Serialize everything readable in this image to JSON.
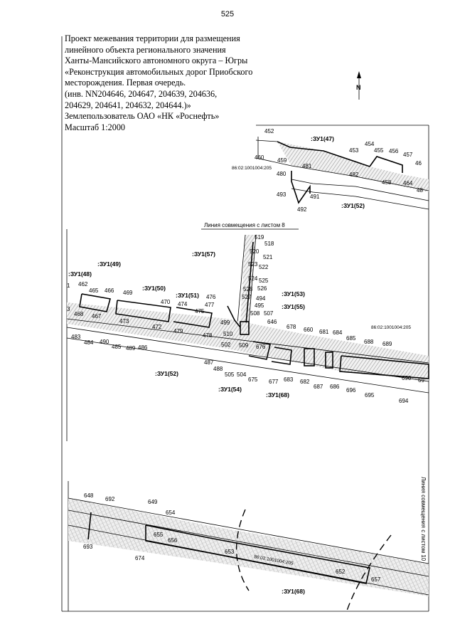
{
  "page_number": "525",
  "title_lines": [
    "Проект межевания территории для размещения",
    "линейного объекта регионального значения",
    " Ханты-Мансийского автономного округа – Югры",
    "«Реконструкция автомобильных дорог Приобского",
    "месторождения. Первая очередь.",
    "(инв. NN204646, 204647, 204639, 204636,",
    "204629, 204641, 204632, 204644.)»",
    "Землепользователь ОАО «НК «Роснефть»",
    "Масштаб 1:2000"
  ],
  "north_label": "N",
  "combination_line_8": "Линия совмещения с листом 8",
  "combination_line_10": "Линия совмещения с листом 10",
  "cadastral": "86:02:1001004:205",
  "parcels": {
    "zu47": ":ЗУ1(47)",
    "zu52": ":ЗУ1(52)",
    "zu48": ":ЗУ1(48)",
    "zu49": ":ЗУ1(49)",
    "zu50": ":ЗУ1(50)",
    "zu51": ":ЗУ1(51)",
    "zu57": ":ЗУ1(57)",
    "zu53": ":ЗУ1(53)",
    "zu55": ":ЗУ1(55)",
    "zu54": ":ЗУ1(54)",
    "zu68": ":ЗУ1(68)"
  },
  "points": {
    "p452": "452",
    "p459": "459",
    "p460": "460",
    "p481": "481",
    "p480": "480",
    "p493": "493",
    "p491": "491",
    "p492": "492",
    "p453": "453",
    "p454": "454",
    "p455": "455",
    "p456": "456",
    "p457": "457",
    "p46": "46",
    "p482": "482",
    "p458": "458",
    "p464": "464",
    "p48": "48",
    "p519": "519",
    "p518": "518",
    "p520": "520",
    "p521": "521",
    "p523": "523",
    "p522": "522",
    "p524": "524",
    "p525": "525",
    "p528": "528",
    "p526": "526",
    "p527": "527",
    "p494": "494",
    "p495": "495",
    "p508": "508",
    "p507": "507",
    "p646": "646",
    "p499": "499",
    "p510": "510",
    "p502": "502",
    "p509": "509",
    "p676": "676",
    "p678": "678",
    "p660": "660",
    "p681": "681",
    "p684": "684",
    "p685": "685",
    "p688": "688",
    "p689": "689",
    "p690": "690",
    "p69": "69",
    "p694": "694",
    "p695": "695",
    "p696": "696",
    "p686": "686",
    "p687": "687",
    "p682": "682",
    "p683": "683",
    "p677": "677",
    "p675": "675",
    "p504": "504",
    "p505": "505",
    "p488": "488",
    "p487": "487",
    "p1": "1",
    "p462": "462",
    "p465": "465",
    "p466": "466",
    "p469": "469",
    "p470": "470",
    "p474": "474",
    "p476": "476",
    "p475": "475",
    "p477": "477",
    "p479": "479",
    "p478": "478",
    "p472": "472",
    "p473": "473",
    "p467": "467",
    "p468": "468",
    "p483": "483",
    "p484": "484",
    "p490": "490",
    "p485": "485",
    "p489": "489",
    "p486": "486",
    "p3": "3",
    "p648": "648",
    "p692": "692",
    "p649": "649",
    "p654": "654",
    "p655": "655",
    "p656": "656",
    "p693": "693",
    "p674": "674",
    "p653": "653",
    "p652": "652",
    "p657": "657"
  }
}
